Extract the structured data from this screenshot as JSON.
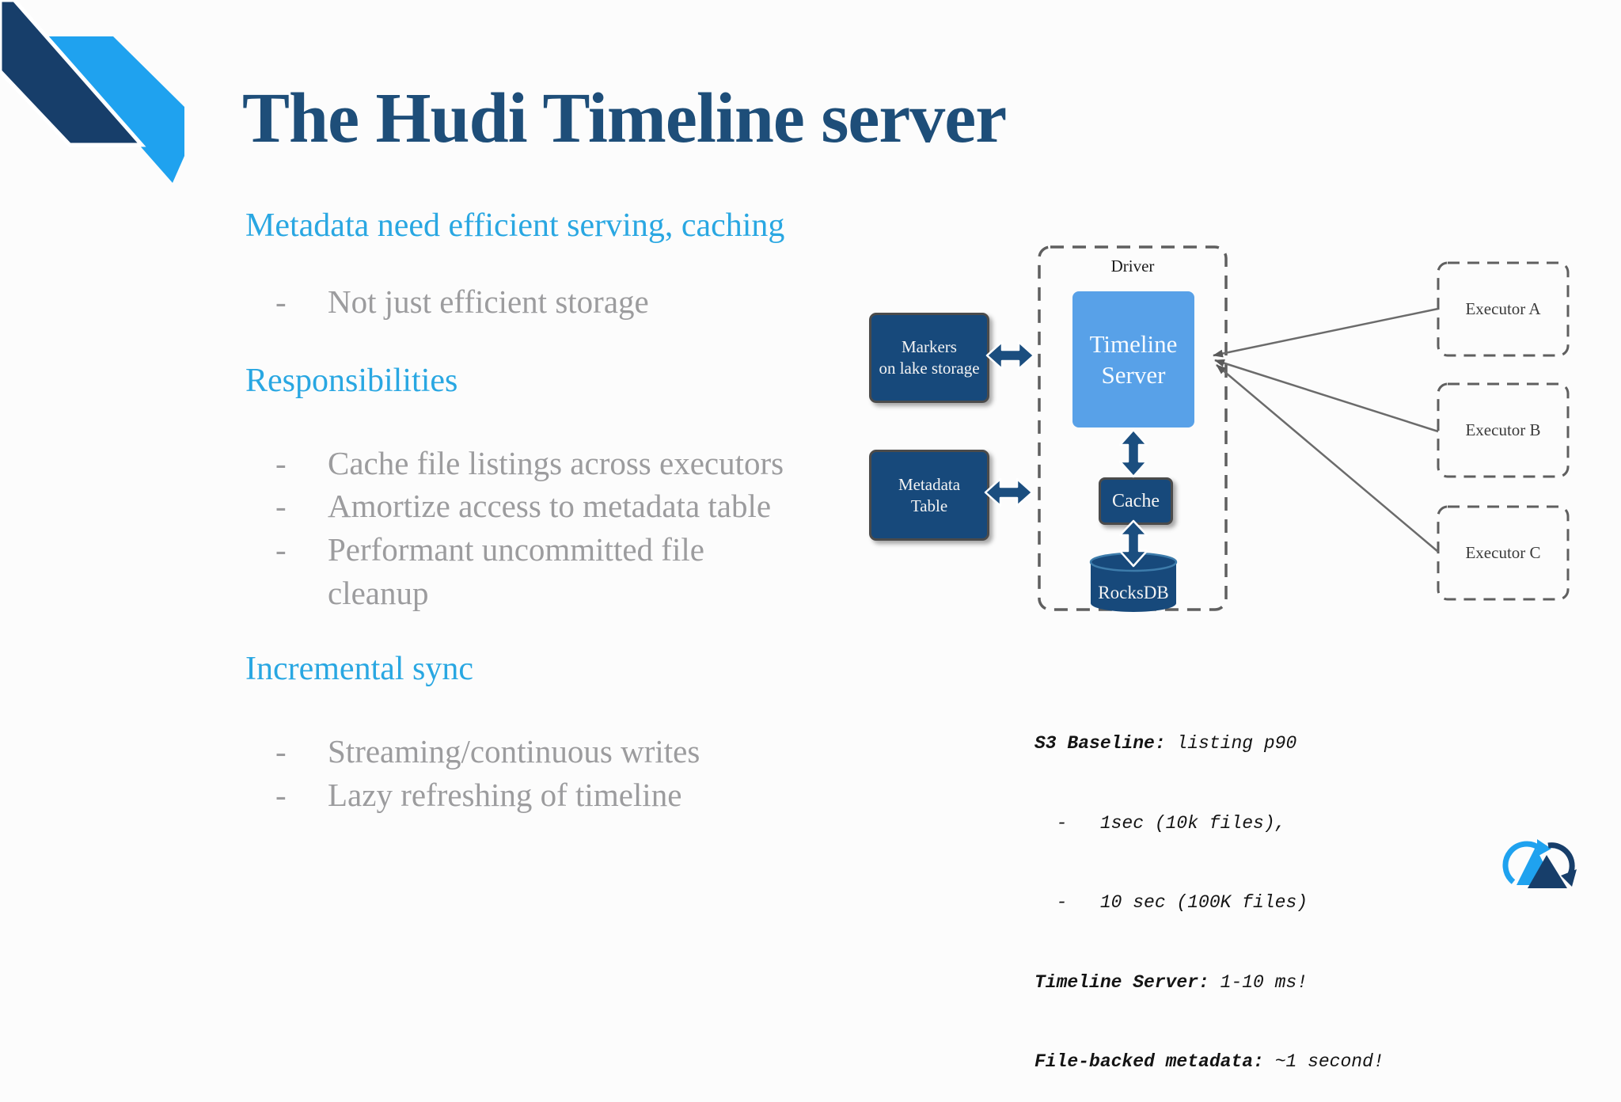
{
  "title": "The Hudi Timeline server",
  "left_column": {
    "dash": "-",
    "heading_1": "Metadata need efficient serving, caching",
    "bullet_1": "Not just efficient storage",
    "heading_2": "Responsibilities",
    "bullet_2": "Cache file listings across executors",
    "bullet_3": "Amortize access to metadata table",
    "bullet_4_line_1": "Performant uncommitted file",
    "bullet_4_line_2": "cleanup",
    "heading_3": "Incremental sync",
    "bullet_5": "Streaming/continuous writes",
    "bullet_6": "Lazy refreshing of timeline"
  },
  "diagram": {
    "driver_label": "Driver",
    "timeline_server_label": "Timeline\nServer",
    "markers_label": "Markers\non lake storage",
    "metadata_table_label": "Metadata\nTable",
    "cache_label": "Cache",
    "rocksdb_label": "RocksDB",
    "executors": [
      "Executor A",
      "Executor B",
      "Executor C"
    ]
  },
  "performance_notes": {
    "line_1": {
      "bold": "S3 Baseline:",
      "rest": " listing p90"
    },
    "line_2": {
      "bold": "",
      "rest": "  -   1sec (10k files),"
    },
    "line_3": {
      "bold": "",
      "rest": "  -   10 sec (100K files)"
    },
    "line_4": {
      "bold": "Timeline Server:",
      "rest": " 1-10 ms!"
    },
    "line_5": {
      "bold": "File-backed metadata:",
      "rest": " ~1 second!"
    }
  },
  "icons": {
    "corner_decoration": "diagonal-ribbon",
    "bottom_right_logo": "hudi-logo"
  },
  "colors": {
    "title": "#1E4E79",
    "section_heading": "#29A7E2",
    "bullet_text": "#9C9C9E",
    "navy_box": "#17497B",
    "light_blue_box": "#58A1E8",
    "arrow_navy": "#1B4E7F",
    "dashed_border": "#5F5F5F",
    "ribbon_light": "#1FA2EF",
    "ribbon_dark": "#173E6A",
    "notes_text": "#141414"
  }
}
